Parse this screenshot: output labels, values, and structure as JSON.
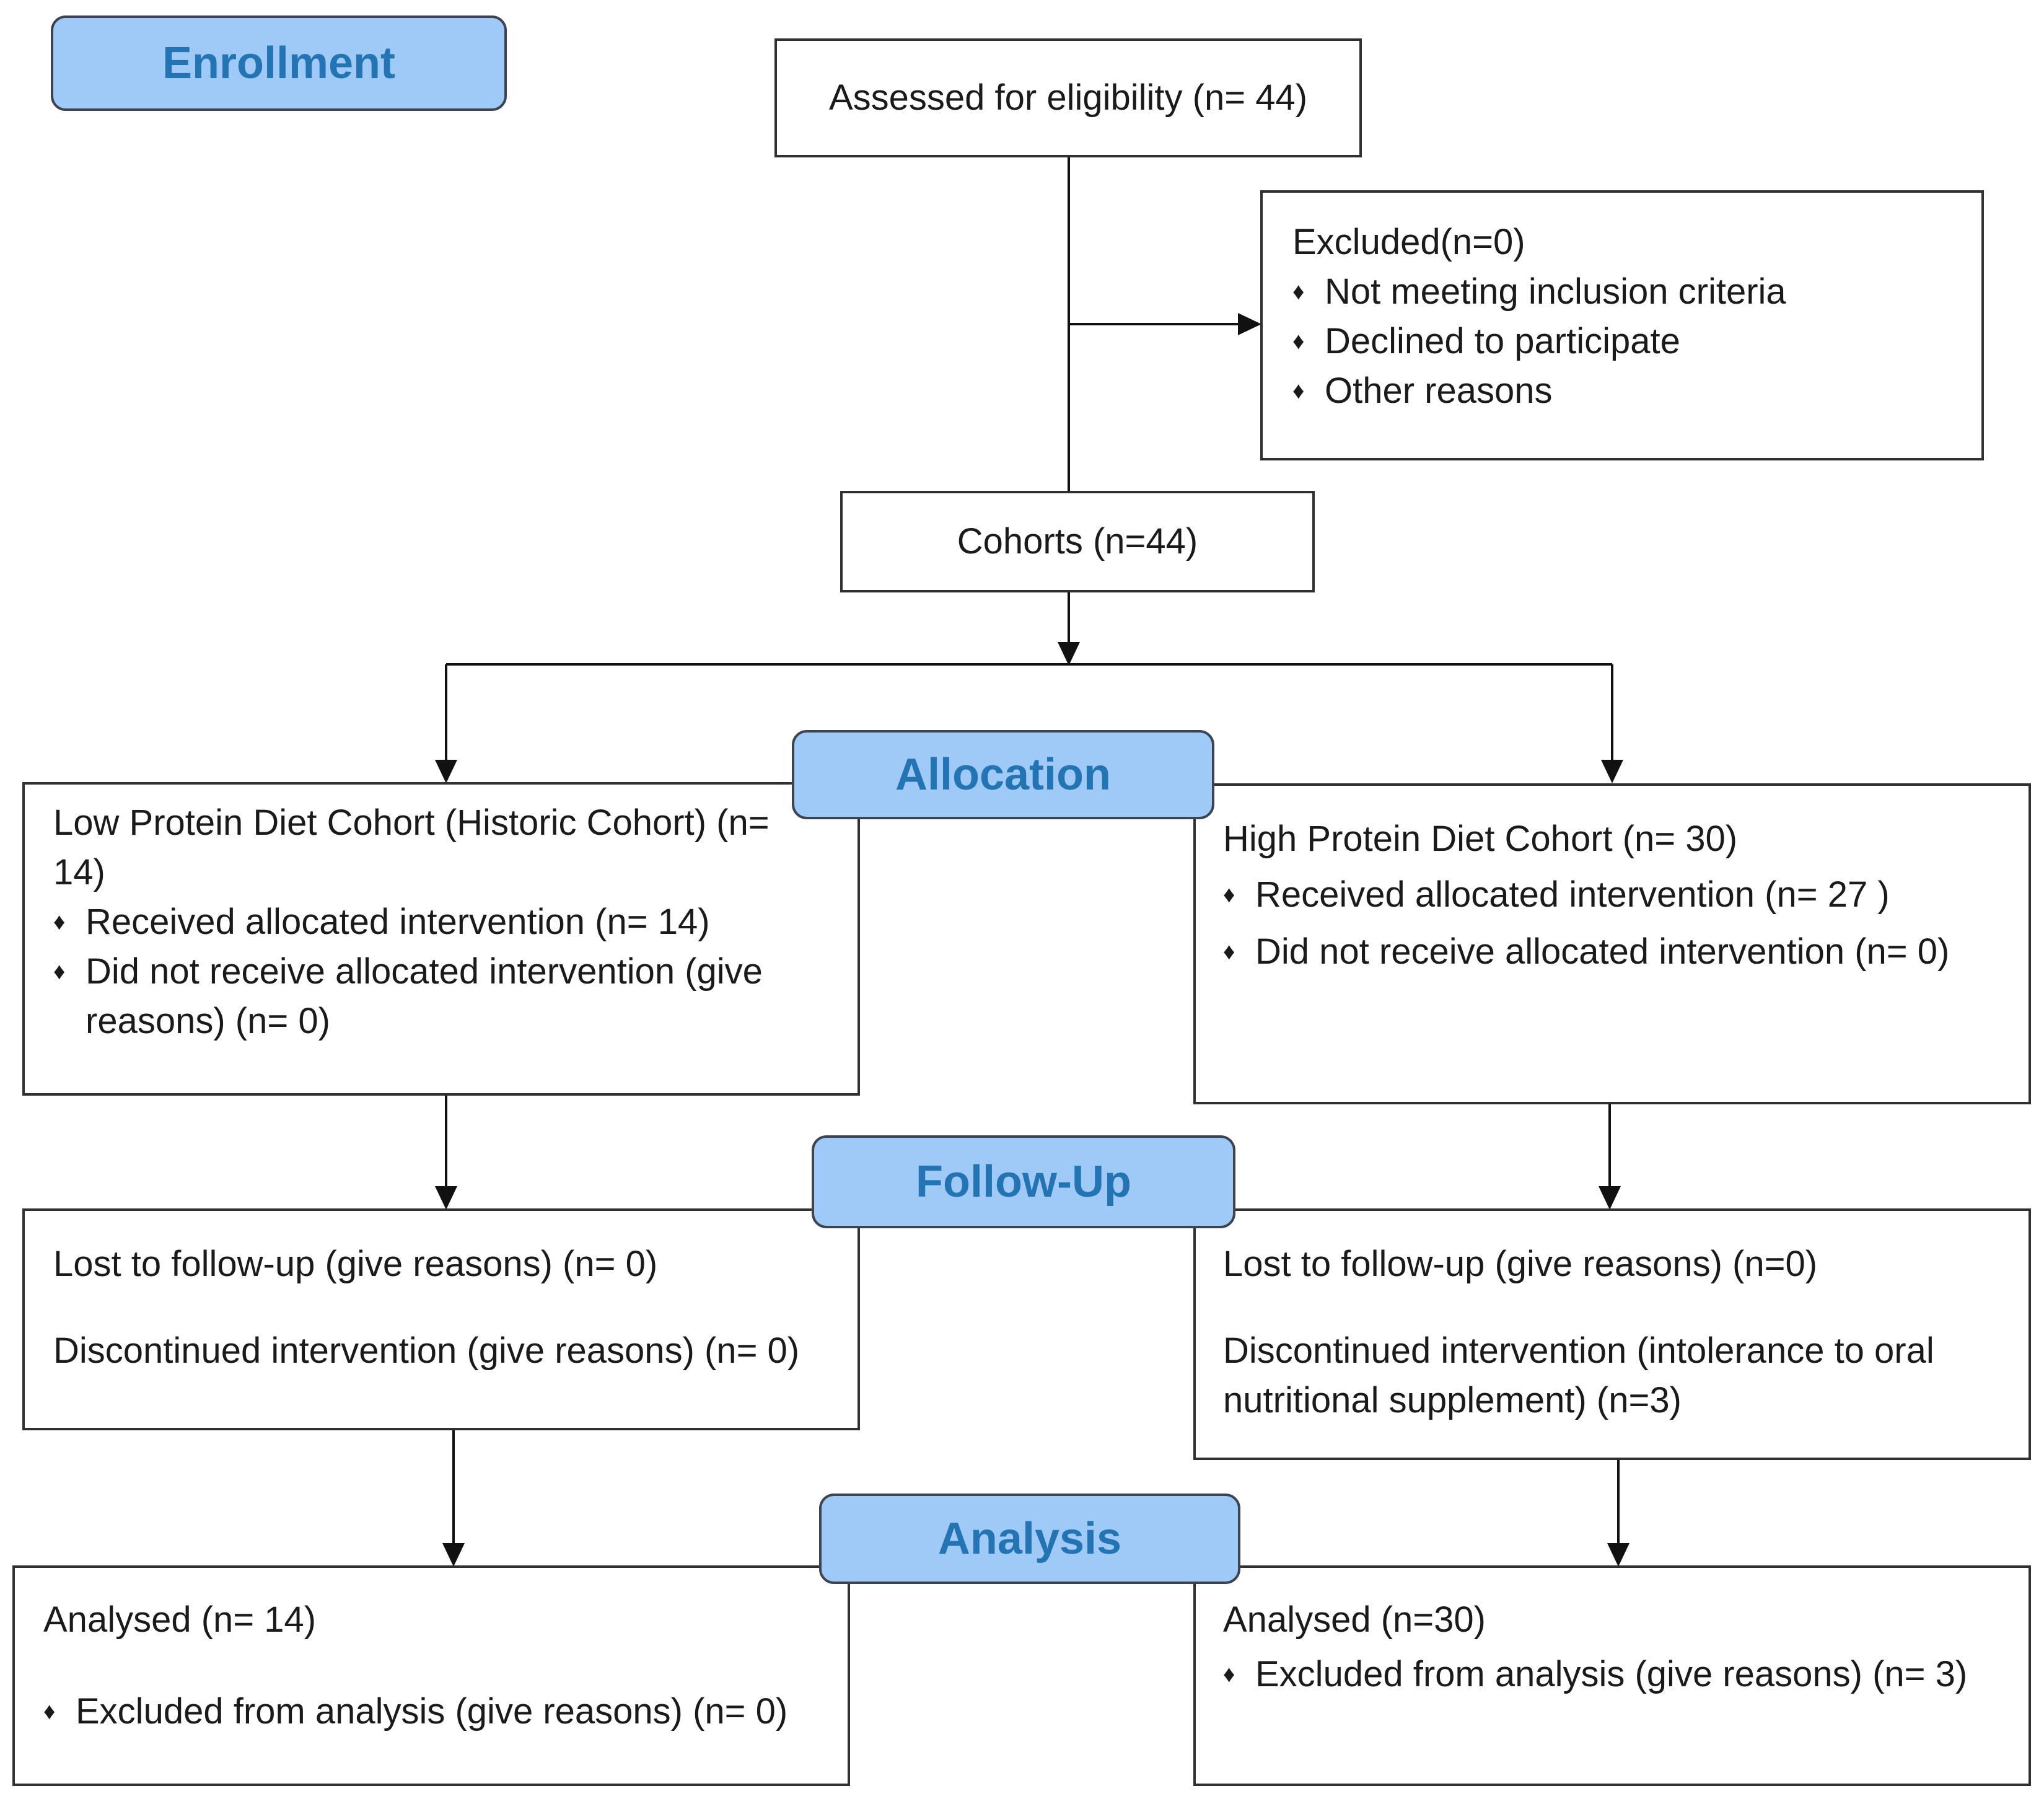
{
  "stages": {
    "enrollment": "Enrollment",
    "allocation": "Allocation",
    "follow_up": "Follow-Up",
    "analysis": "Analysis"
  },
  "assessed": "Assessed for eligibility (n= 44)",
  "excluded": {
    "title": "Excluded(n=0)",
    "items": [
      "Not meeting inclusion criteria",
      "Declined to participate",
      "Other reasons"
    ]
  },
  "cohorts": "Cohorts (n=44)",
  "low_protein": {
    "title": "Low Protein Diet Cohort (Historic Cohort) (n= 14)",
    "items": [
      "Received allocated intervention (n= 14)",
      "Did not receive allocated intervention (give reasons) (n= 0)"
    ]
  },
  "high_protein": {
    "title": "High Protein Diet Cohort (n= 30)",
    "items": [
      "Received allocated intervention (n= 27 )",
      "Did not receive allocated intervention (n= 0)"
    ]
  },
  "low_followup": {
    "lost": "Lost to follow-up (give reasons) (n= 0)",
    "discontinued": "Discontinued intervention (give reasons) (n= 0)"
  },
  "high_followup": {
    "lost": "Lost to follow-up (give reasons) (n=0)",
    "discontinued": "Discontinued intervention (intolerance to oral nutritional supplement) (n=3)"
  },
  "low_analysis": {
    "analysed": "Analysed (n= 14)",
    "excluded": "Excluded from analysis (give reasons) (n= 0)"
  },
  "high_analysis": {
    "analysed": "Analysed (n=30)",
    "excluded": "Excluded from analysis (give reasons) (n= 3)"
  },
  "icons": {
    "bullet": "diamond-bullet-icon",
    "glyph": "♦"
  }
}
